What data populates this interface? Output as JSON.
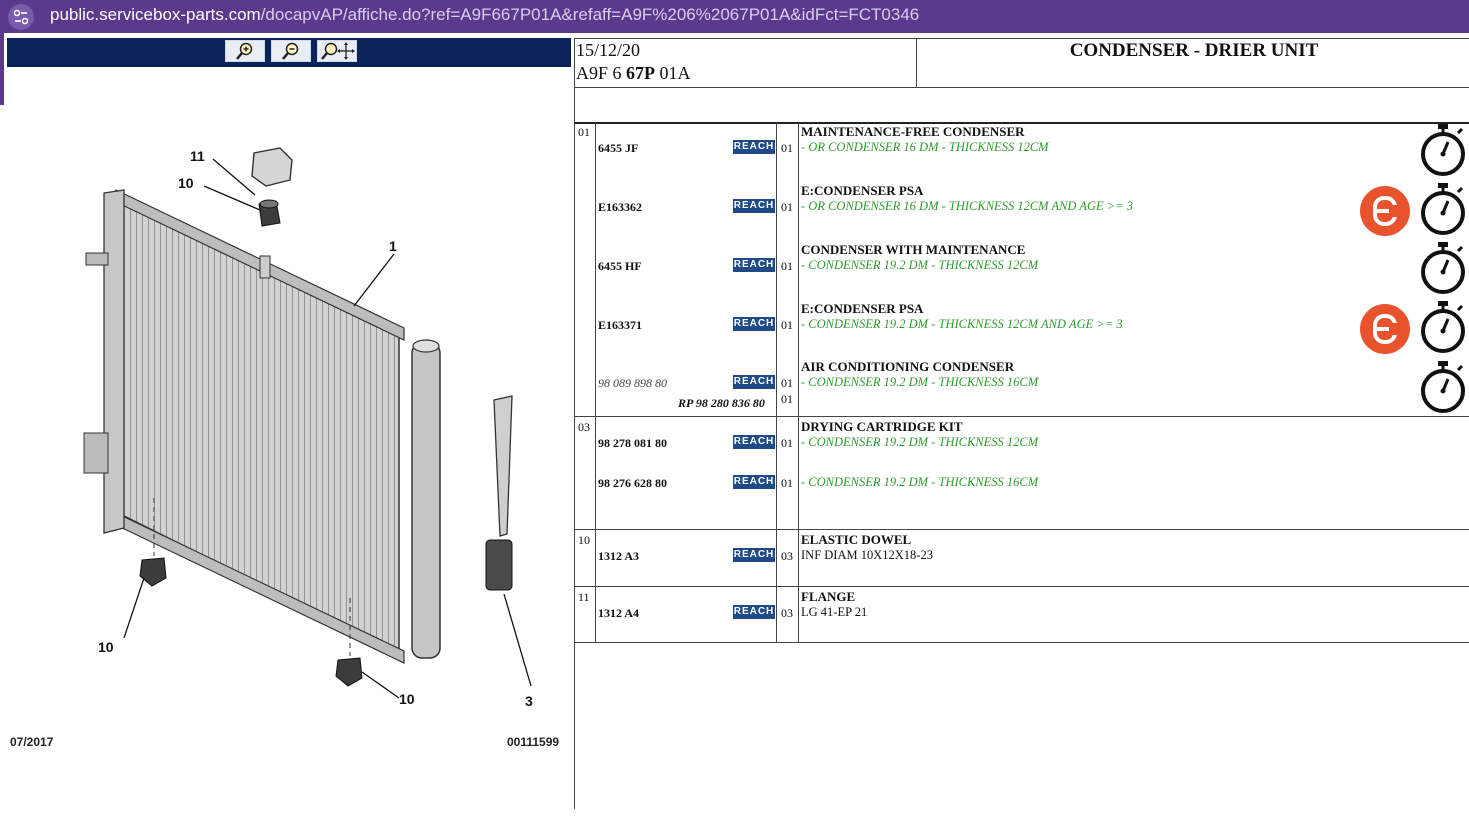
{
  "browser": {
    "url_domain": "public.servicebox-parts.com",
    "url_path": "/docapvAP/affiche.do?ref=A9F667P01A&refaff=A9F%206%2067P01A&idFct=FCT0346",
    "site_icon": "site-settings-icon"
  },
  "toolbar": {
    "zoom_in": "zoom-in-icon",
    "zoom_out": "zoom-out-icon",
    "zoom_pan": "zoom-pan-icon"
  },
  "diagram": {
    "callouts": [
      "11",
      "10",
      "1",
      "10",
      "10",
      "3"
    ],
    "date": "07/2017",
    "ref": "00111599"
  },
  "header": {
    "date": "15/12/20",
    "ref_a": "A9F 6 ",
    "ref_b": "67P",
    "ref_c": " 01A",
    "title": "CONDENSER - DRIER UNIT"
  },
  "groups": [
    {
      "item": "01",
      "rows": [
        {
          "part": "6455 JF",
          "reach": "REACH",
          "qty": "01",
          "title": "MAINTENANCE-FREE CONDENSER",
          "sub": "- OR CONDENSER 16 DM - THICKNESS 12CM",
          "e_badge": false
        },
        {
          "part": "E163362",
          "reach": "REACH",
          "qty": "01",
          "title": "E:CONDENSER PSA",
          "sub": "- OR CONDENSER 16 DM - THICKNESS 12CM AND AGE >= 3",
          "e_badge": true
        },
        {
          "part": "6455 HF",
          "reach": "REACH",
          "qty": "01",
          "title": "CONDENSER WITH MAINTENANCE",
          "sub": "- CONDENSER 19.2 DM - THICKNESS 12CM",
          "e_badge": false
        },
        {
          "part": "E163371",
          "reach": "REACH",
          "qty": "01",
          "title": "E:CONDENSER PSA",
          "sub": "- CONDENSER 19.2 DM - THICKNESS 12CM AND AGE >= 3",
          "e_badge": true
        },
        {
          "part": "98 089 898 80",
          "part_rp": "RP 98 280 836 80",
          "reach": "REACH",
          "qty": "01",
          "qty2": "01",
          "title": "AIR CONDITIONING CONDENSER",
          "sub": "- CONDENSER 19.2 DM - THICKNESS 16CM",
          "e_badge": false
        }
      ]
    },
    {
      "item": "03",
      "rows": [
        {
          "part": "98 278 081 80",
          "reach": "REACH",
          "qty": "01",
          "title": "DRYING CARTRIDGE KIT",
          "sub": "- CONDENSER 19.2 DM - THICKNESS 12CM"
        },
        {
          "part": "98 276 628 80",
          "reach": "REACH",
          "qty": "01",
          "sub": "- CONDENSER 19.2 DM - THICKNESS 16CM"
        }
      ]
    },
    {
      "item": "10",
      "rows": [
        {
          "part": "1312 A3",
          "reach": "REACH",
          "qty": "03",
          "title": "ELASTIC DOWEL",
          "plain": "INF DIAM 10X12X18-23"
        }
      ]
    },
    {
      "item": "11",
      "rows": [
        {
          "part": "1312 A4",
          "reach": "REACH",
          "qty": "03",
          "title": "FLANGE",
          "plain": "LG 41-EP 21"
        }
      ]
    }
  ],
  "colors": {
    "browser_bar": "#5b3a8e",
    "toolbar_navy": "#0b2359",
    "reach_blue": "#1f4a86",
    "sub_green": "#2e9a2e",
    "e_badge": "#e8532e"
  }
}
